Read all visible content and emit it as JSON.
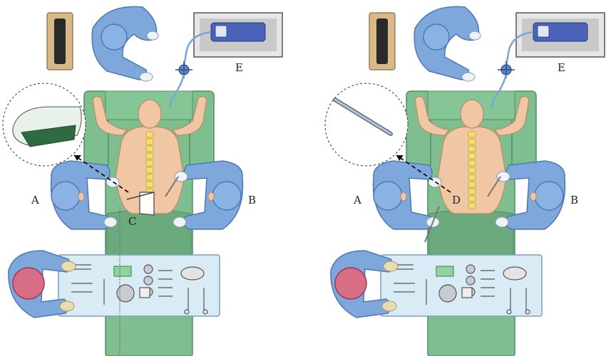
{
  "panels": [
    {
      "id": "left",
      "labels": {
        "a": "A",
        "b": "B",
        "c": "C",
        "e": "E"
      }
    },
    {
      "id": "right",
      "labels": {
        "a": "A",
        "b": "B",
        "d": "D",
        "e": "E"
      }
    }
  ],
  "colors": {
    "table_green": "#7fbf8f",
    "table_green_dark": "#5a9f6e",
    "gown_blue": "#7ea8dc",
    "gown_dark": "#4d78b4",
    "skin": "#f1c6a5",
    "spine": "#f3df6a",
    "tray": "#d9ecf6",
    "glove": "#e9dcae",
    "cap": "#d86d86"
  }
}
